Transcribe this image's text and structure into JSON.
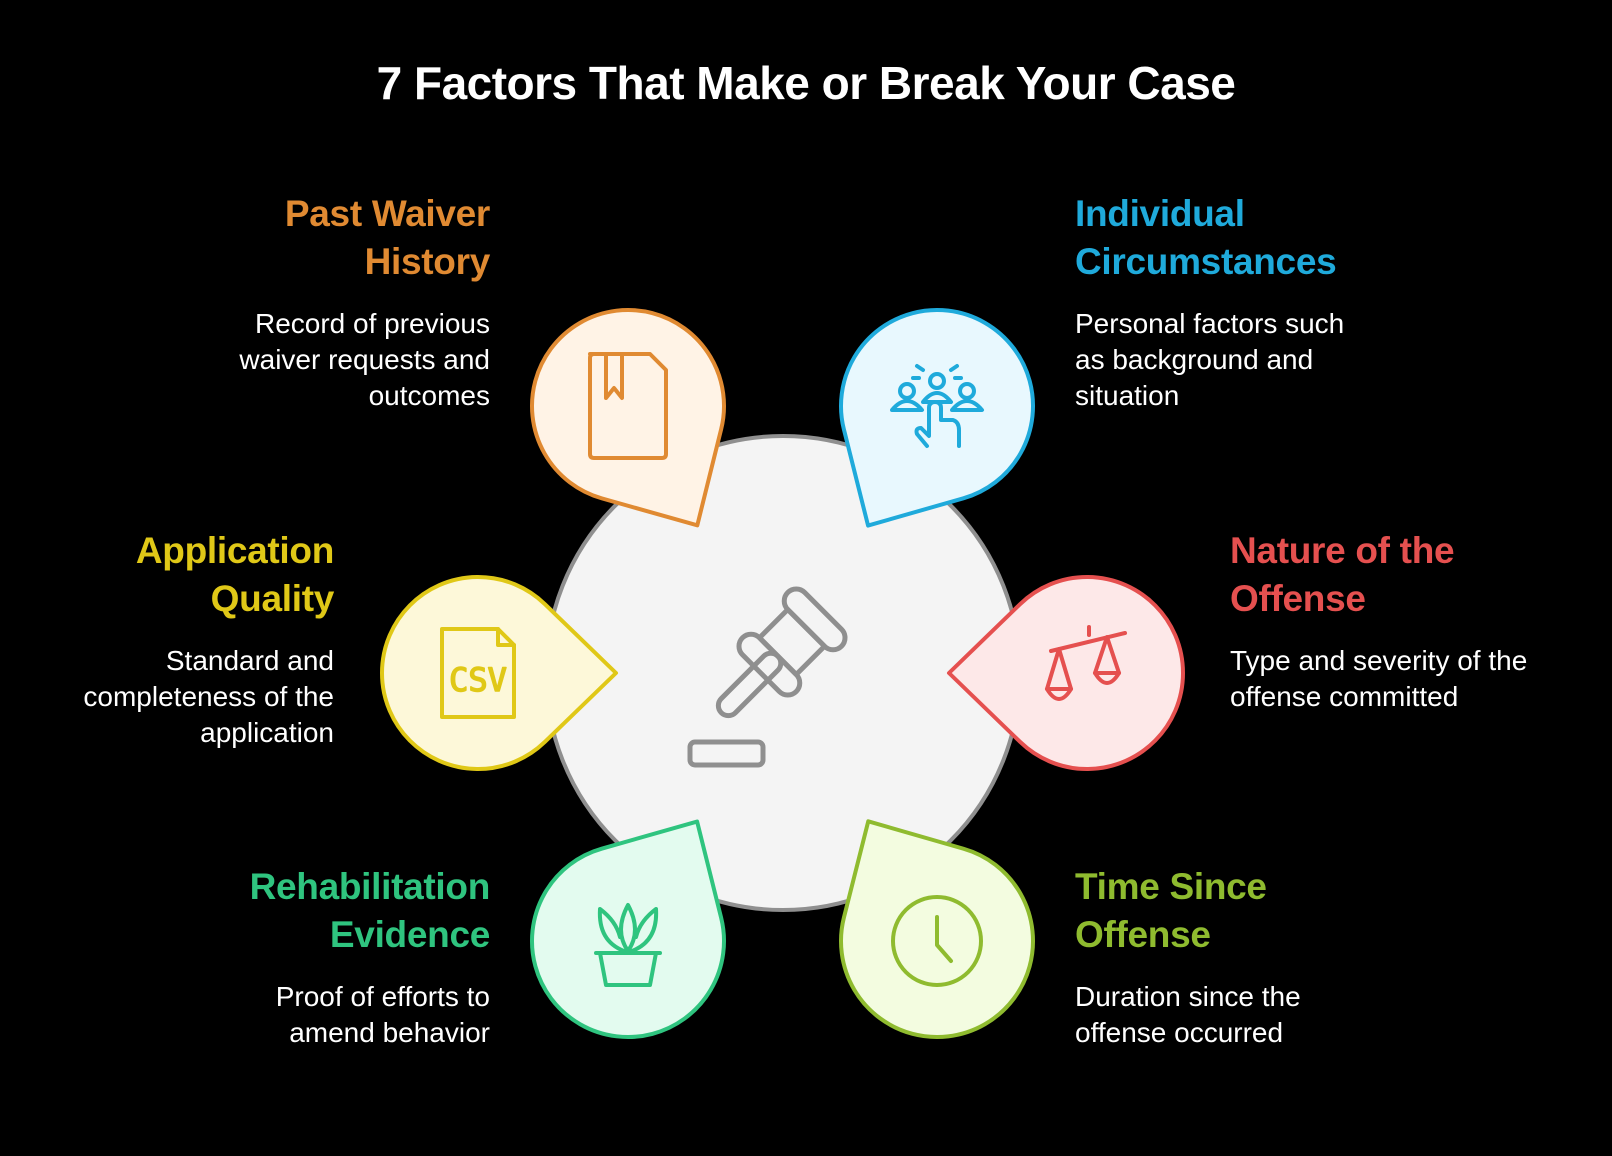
{
  "title": "7 Factors That Make or Break Your Case",
  "factors": [
    {
      "id": "past-waiver",
      "heading": "Past Waiver History",
      "description": "Record of previous waiver requests and outcomes",
      "color": "#e08a32",
      "fill": "#fff3e6",
      "icon": "bookmark-file-icon"
    },
    {
      "id": "individual",
      "heading": "Individual Circumstances",
      "description": "Personal factors such as background and situation",
      "color": "#1faadb",
      "fill": "#e8f8fe",
      "icon": "people-pointer-icon"
    },
    {
      "id": "application",
      "heading": "Application Quality",
      "description": "Standard and completeness of the application",
      "color": "#e0c817",
      "fill": "#fdf8d9",
      "icon": "csv-file-icon"
    },
    {
      "id": "offense",
      "heading": "Nature of the Offense",
      "description": "Type and severity of the offense committed",
      "color": "#e5504f",
      "fill": "#fde8e8",
      "icon": "scales-icon"
    },
    {
      "id": "rehab",
      "heading": "Rehabilitation Evidence",
      "description": "Proof of efforts to amend behavior",
      "color": "#2fc47f",
      "fill": "#e3fbef",
      "icon": "plant-pot-icon"
    },
    {
      "id": "time",
      "heading": "Time Since Offense",
      "description": "Duration since the offense occurred",
      "color": "#8fbb2f",
      "fill": "#f3fce0",
      "icon": "clock-icon"
    }
  ],
  "center": {
    "icon": "gavel-icon",
    "color": "#8f8f8f",
    "fill": "#f4f4f4"
  }
}
